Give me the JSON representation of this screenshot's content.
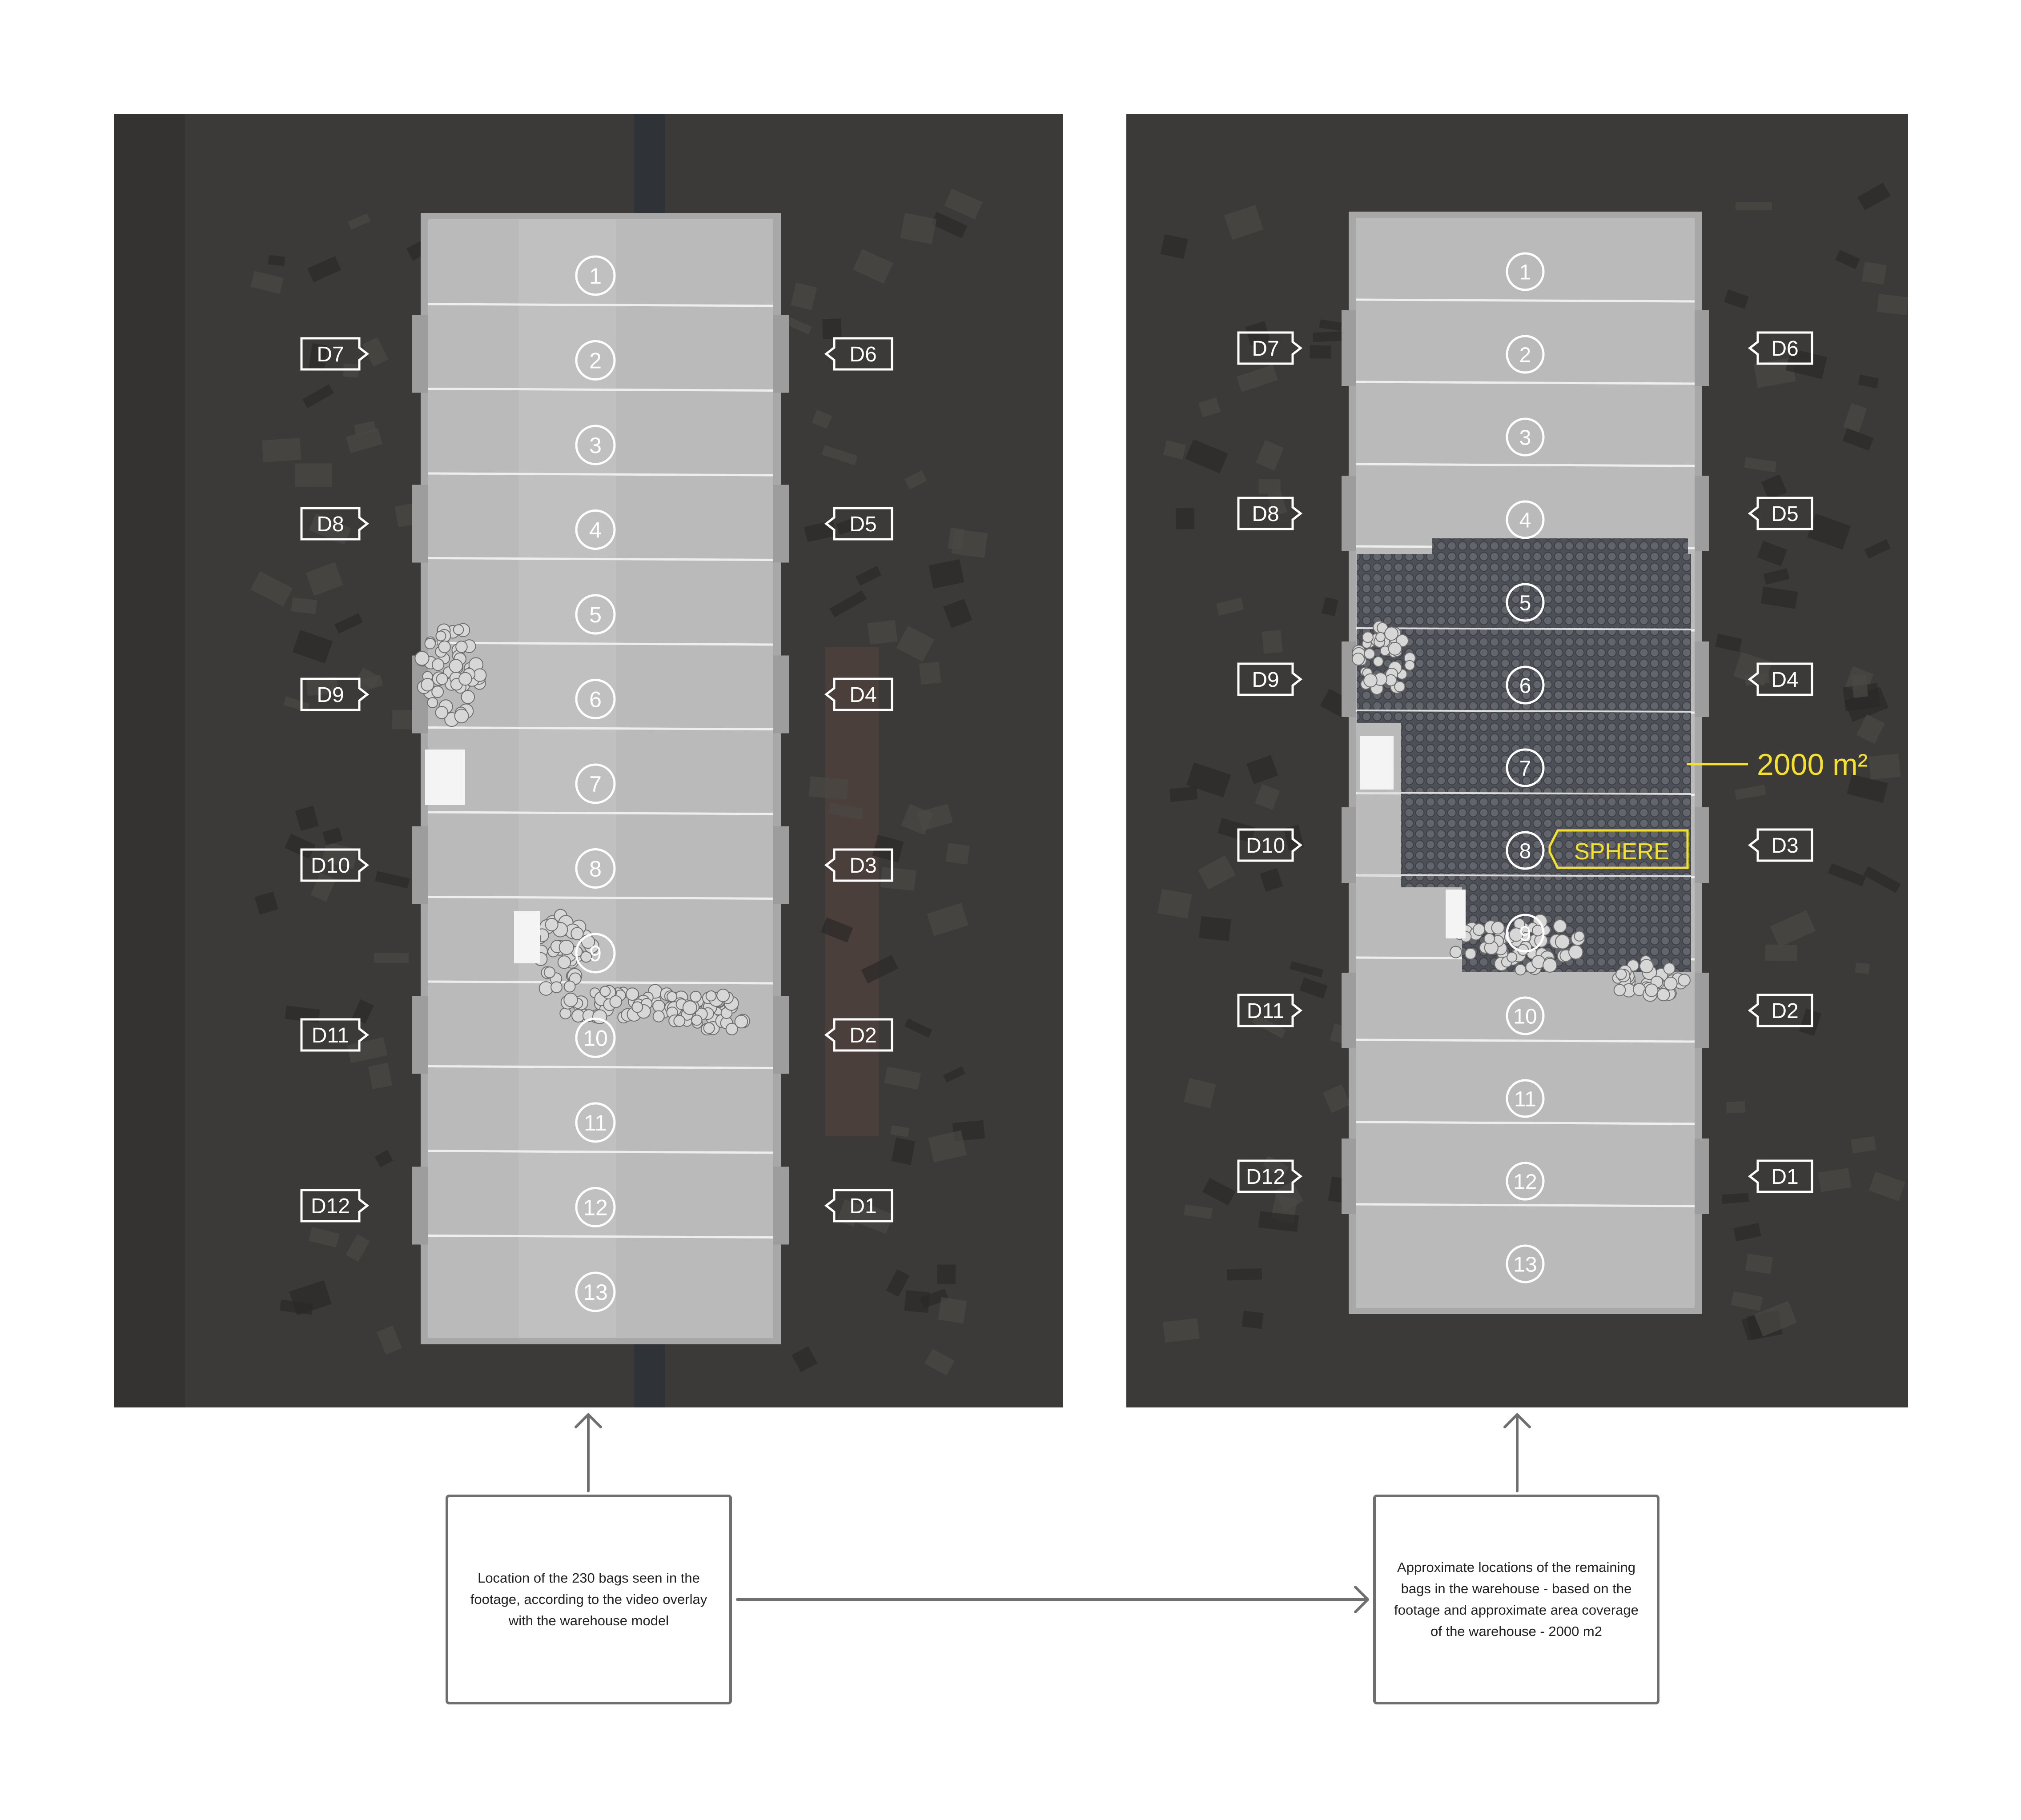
{
  "left_panel": {
    "bays": [
      "1",
      "2",
      "3",
      "4",
      "5",
      "6",
      "7",
      "8",
      "9",
      "10",
      "11",
      "12",
      "13"
    ],
    "doors_left": [
      "D7",
      "D8",
      "D9",
      "D10",
      "D11",
      "D12"
    ],
    "doors_right": [
      "D6",
      "D5",
      "D4",
      "D3",
      "D2",
      "D1"
    ]
  },
  "right_panel": {
    "bays": [
      "1",
      "2",
      "3",
      "4",
      "5",
      "6",
      "7",
      "8",
      "9",
      "10",
      "11",
      "12",
      "13"
    ],
    "doors_left": [
      "D7",
      "D8",
      "D9",
      "D10",
      "D11",
      "D12"
    ],
    "doors_right": [
      "D6",
      "D5",
      "D4",
      "D3",
      "D2",
      "D1"
    ],
    "area_label": "2000 m²",
    "sphere_label": "SPHERE"
  },
  "callouts": {
    "left": "Location of the 230 bags seen in the footage, according to the video overlay with the warehouse model",
    "right": "Approximate locations of the remaining bags in the warehouse - based on the footage and approximate area coverage of the warehouse - 2000 m2"
  },
  "colors": {
    "annotation_yellow": "#f5e12a",
    "connector_gray": "#6f6f6f",
    "roof_gray": "#b4b4b4",
    "bag_dark": "#4d5056"
  }
}
